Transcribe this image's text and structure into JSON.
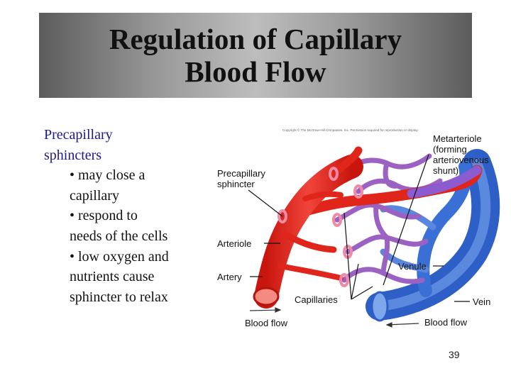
{
  "title": {
    "line1": "Regulation of Capillary",
    "line2": "Blood Flow"
  },
  "bullets": {
    "heading_line1": "Precapillary",
    "heading_line2": "sphincters",
    "lines": [
      "• may close a",
      "capillary",
      "• respond to",
      "needs of the cells",
      "• low oxygen and",
      "nutrients cause",
      "sphincter to relax"
    ]
  },
  "diagram": {
    "copyright": "Copyright © The McGraw-Hill Companies, Inc. Permission required for reproduction or display.",
    "labels": {
      "metarteriole_1": "Metarteriole",
      "metarteriole_2": "(forming",
      "metarteriole_3": "arteriovenous",
      "metarteriole_4": "shunt)",
      "precapillary_1": "Precapillary",
      "precapillary_2": "sphincter",
      "arteriole": "Arteriole",
      "artery": "Artery",
      "venule": "Venule",
      "capillaries": "Capillaries",
      "vein": "Vein",
      "blood_flow_left": "Blood flow",
      "blood_flow_right": "Blood flow"
    },
    "colors": {
      "artery": "#e0251b",
      "artery_dark": "#b5140e",
      "vein": "#3a6fd6",
      "vein_light": "#6f9be8",
      "capillary": "#9b62c4",
      "sphincter": "#f08aa6"
    }
  },
  "page_number": "39"
}
